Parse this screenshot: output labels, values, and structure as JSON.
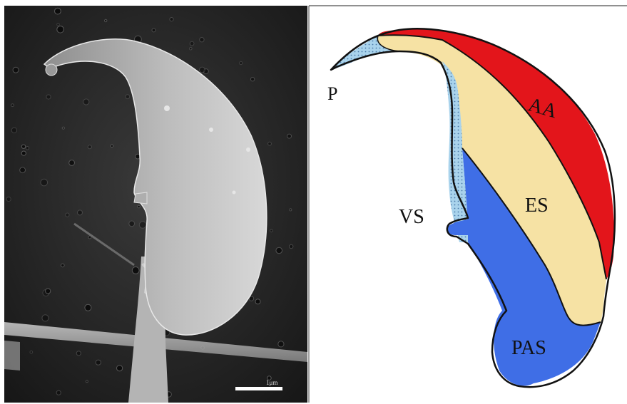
{
  "figure": {
    "left_panel": {
      "kind": "scanning electron micrograph",
      "scale_bar_label": "1μm"
    },
    "right_panel": {
      "labels": {
        "p": "P",
        "aa": "AA",
        "es": "ES",
        "vs": "VS",
        "pas": "PAS"
      },
      "colors": {
        "aa": "#e3151b",
        "es": "#f6e2a4",
        "pas": "#3f6ee6",
        "perforatorium": "#a9d3ec",
        "outline": "#111111"
      }
    }
  }
}
